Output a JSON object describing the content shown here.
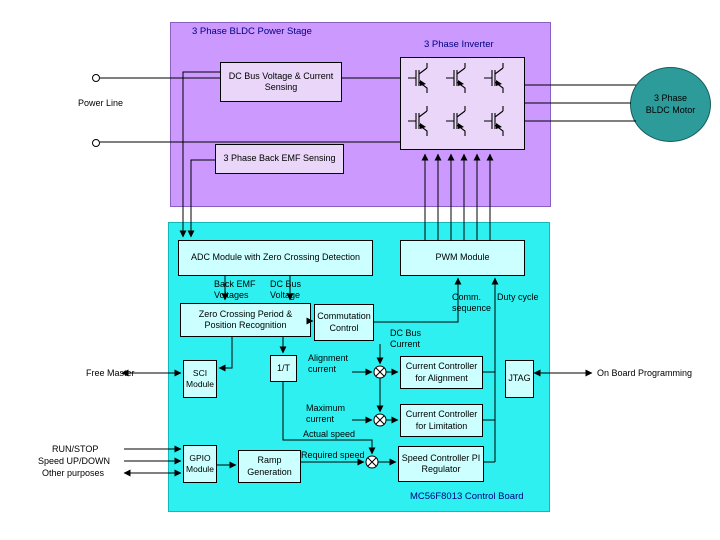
{
  "colors": {
    "power_stage": "#cc99ff",
    "stage_inner": "#e9d6f9",
    "board": "#2ef0f0",
    "board_inner": "#ccffff",
    "motor": "#2e9b9b",
    "navy": "#000080"
  },
  "labels": {
    "power_line": "Power Line",
    "free_master": "Free Master",
    "run_stop": "RUN/STOP",
    "speed_updown": "Speed UP/DOWN",
    "other_purposes": "Other purposes",
    "on_board_programming": "On Board Programming"
  },
  "motor": {
    "label": "3 Phase\nBLDC  Motor"
  },
  "power_stage": {
    "title": "3 Phase BLDC Power Stage",
    "dc_bus_sensing": "DC Bus Voltage & Current\nSensing",
    "back_emf_sensing": "3 Phase Back EMF Sensing",
    "inverter_title": "3 Phase Inverter"
  },
  "board": {
    "title": "MC56F8013 Control Board",
    "adc": "ADC Module  with Zero Crossing Detection",
    "pwm": "PWM Module",
    "back_emf_voltages": "Back EMF\nVoltages",
    "dc_bus_voltage": "DC Bus\nVoltage",
    "zero_crossing": "Zero Crossing Period &\nPosition Recognition",
    "commutation": "Commutation\nControl",
    "comm_sequence": "Comm.\nsequence",
    "duty_cycle": "Duty cycle",
    "dc_bus_current": "DC Bus\nCurrent",
    "sci": "SCI\nModule",
    "invt": "1/T",
    "alignment_current": "Alignment\ncurrent",
    "cc_alignment": "Current Controller\nfor Alignment",
    "jtag": "JTAG",
    "maximum_current": "Maximum\ncurrent",
    "cc_limitation": "Current Controller\nfor Limitation",
    "actual_speed": "Actual speed",
    "gpio": "GPIO\nModule",
    "ramp": "Ramp\nGeneration",
    "required_speed": "Required speed",
    "speed_pi": "Speed Controller PI\nRegulator"
  }
}
